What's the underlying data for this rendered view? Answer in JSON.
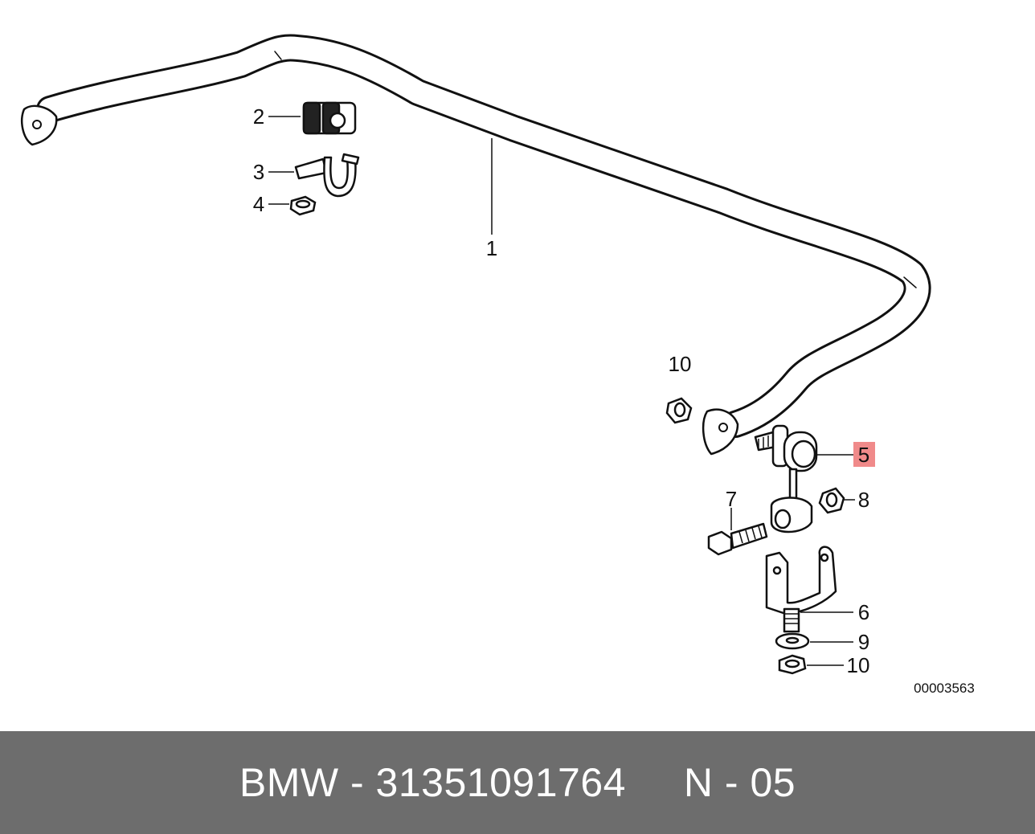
{
  "diagram": {
    "callouts": {
      "c1": "1",
      "c2": "2",
      "c3": "3",
      "c4": "4",
      "c5": "5",
      "c6": "6",
      "c7": "7",
      "c8": "8",
      "c9": "9",
      "c10_top": "10",
      "c10_bottom": "10"
    },
    "highlighted_callout": "5",
    "drawing_code": "00003563"
  },
  "footer": {
    "brand": "BMW",
    "sep1": " - ",
    "part_number": "31351091764",
    "gap": "     ",
    "position_code": "N - 05"
  },
  "colors": {
    "line": "#111111",
    "highlight": "#f08a8a",
    "footer_bg": "#6d6d6d",
    "footer_text": "#ffffff"
  }
}
